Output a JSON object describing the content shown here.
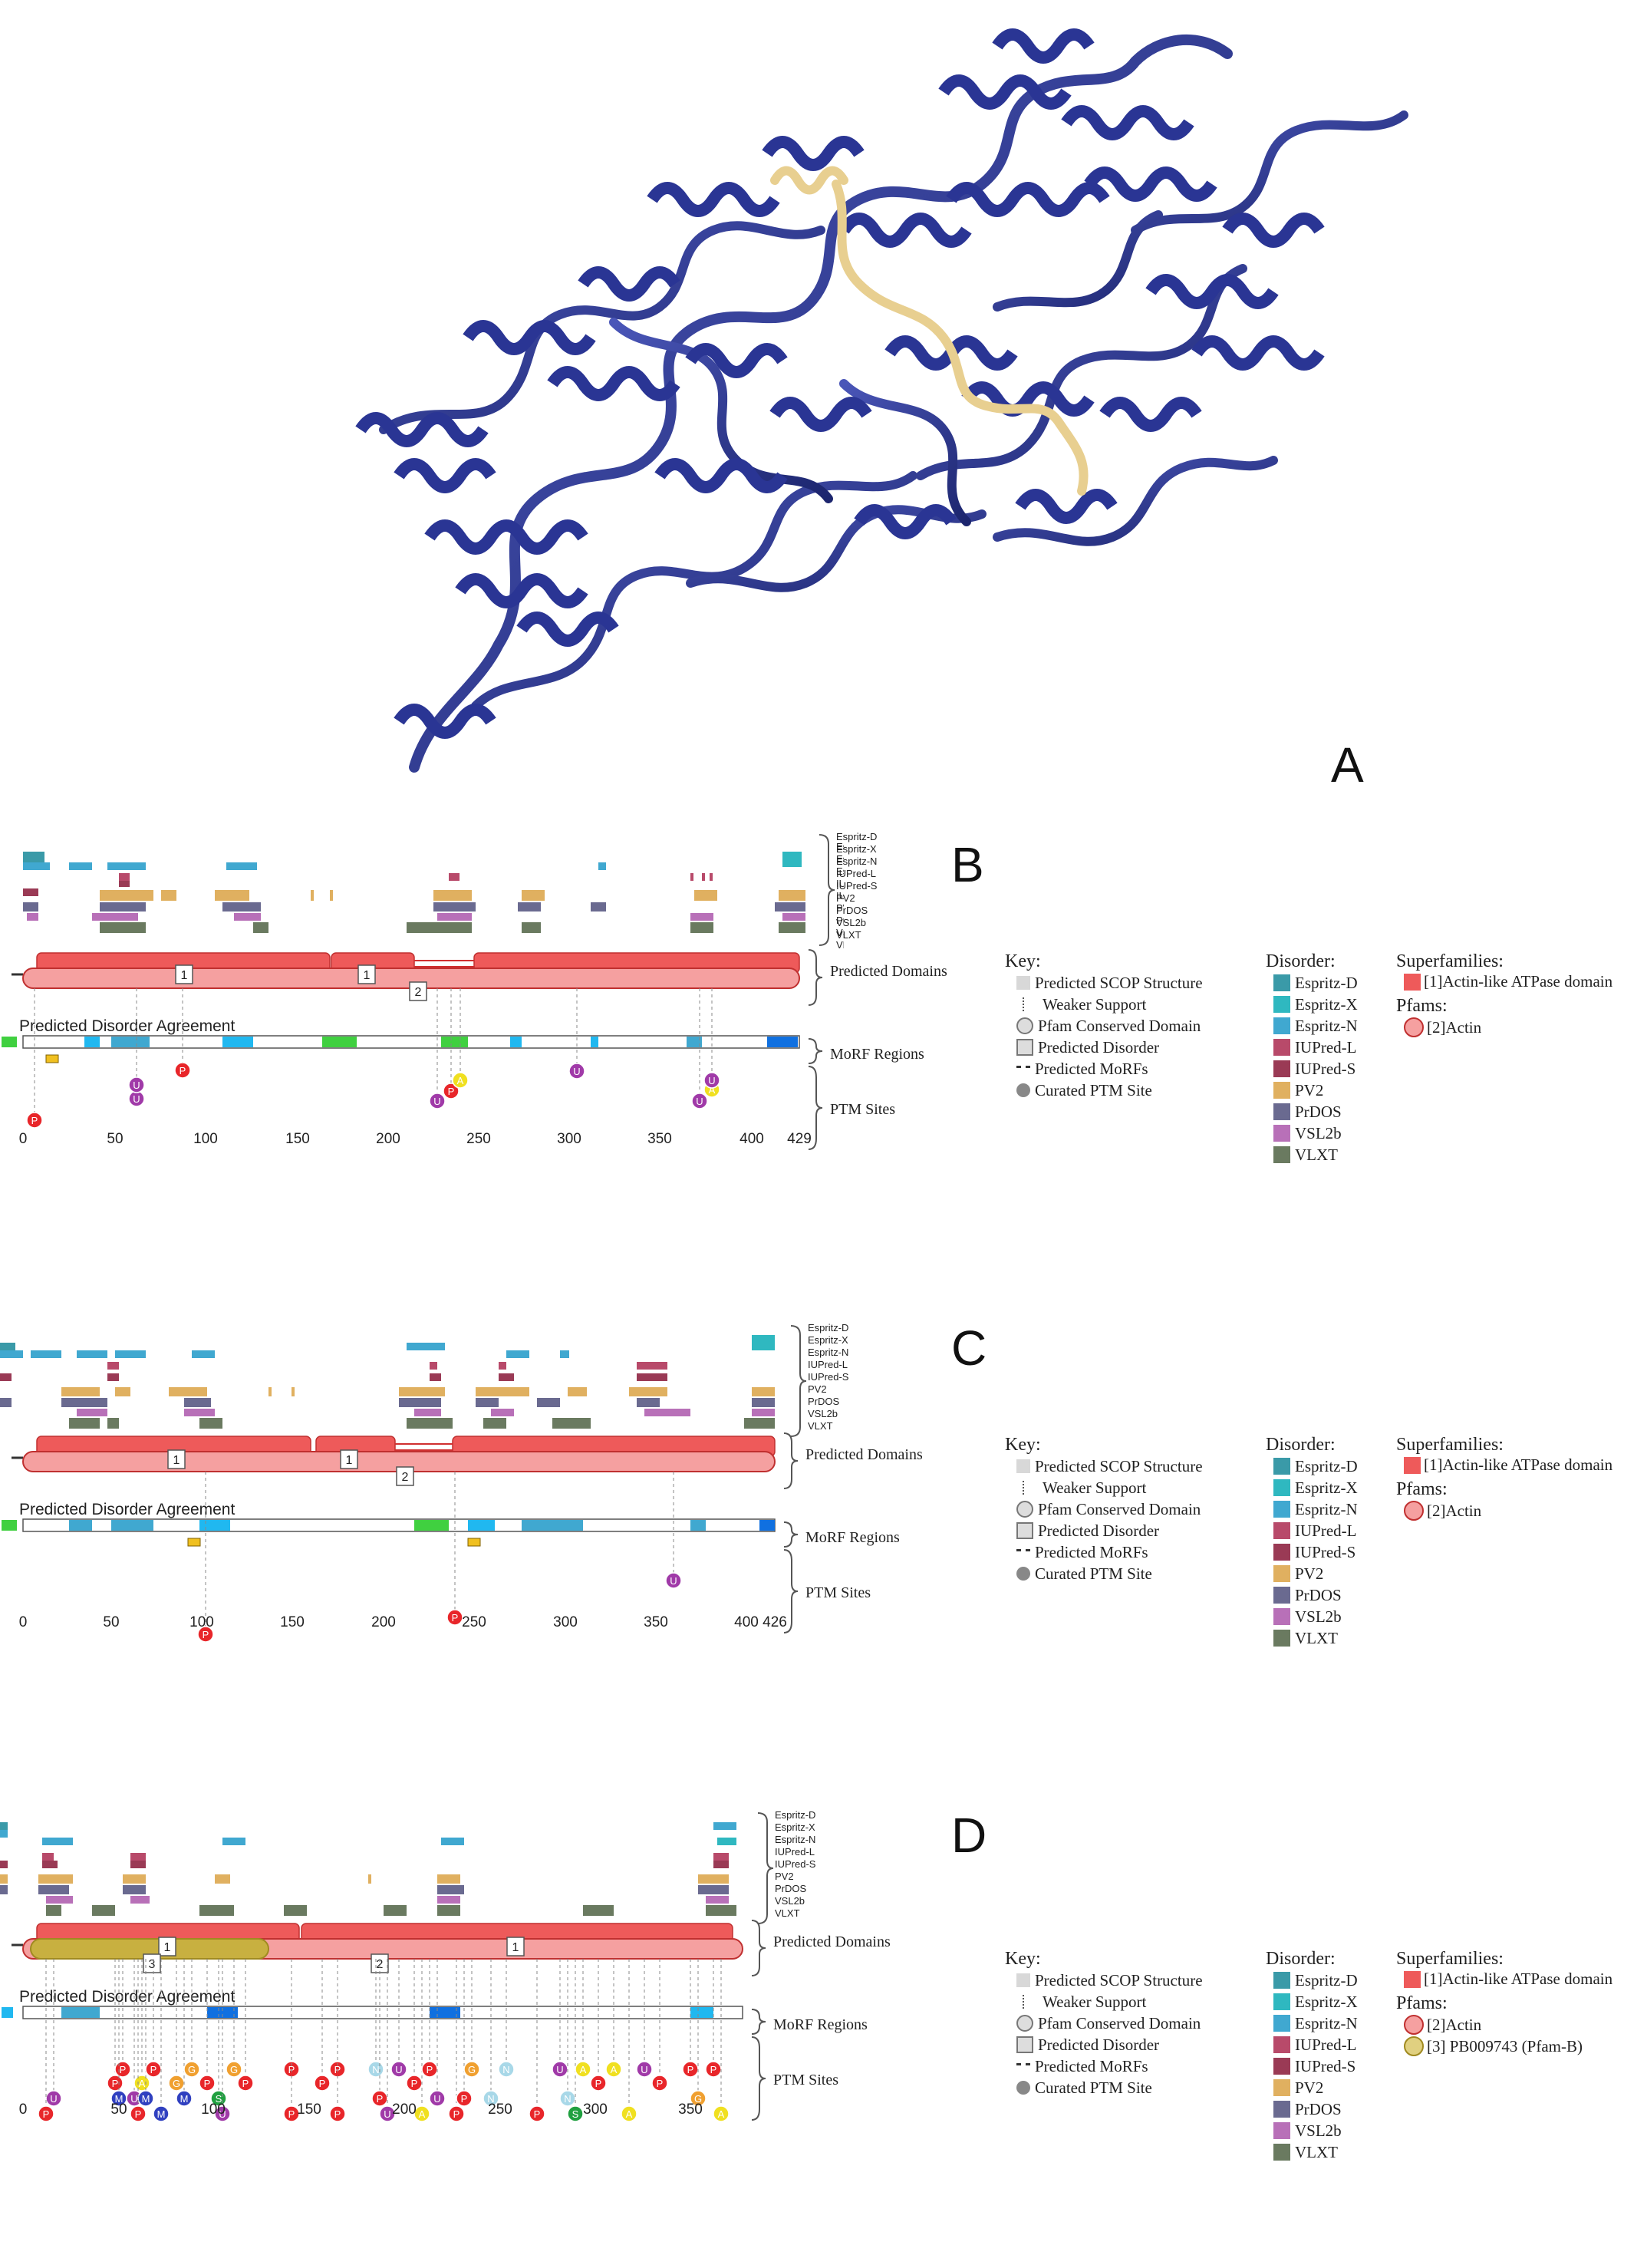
{
  "panels": {
    "A": {
      "letter": "A"
    },
    "B": {
      "letter": "B",
      "max": "429",
      "ticks": [
        "0",
        "50",
        "100",
        "150",
        "200",
        "250",
        "300",
        "350",
        "400",
        "429"
      ],
      "domain_labels": [
        "1",
        "1",
        "2"
      ]
    },
    "C": {
      "letter": "C",
      "max": "426",
      "ticks": [
        "0",
        "50",
        "100",
        "150",
        "200",
        "250",
        "300",
        "350",
        "400",
        "426"
      ],
      "domain_labels": [
        "1",
        "1",
        "2"
      ]
    },
    "D": {
      "letter": "D",
      "ticks": [
        "0",
        "50",
        "100",
        "150",
        "200",
        "250",
        "300",
        "350"
      ],
      "domain_labels": [
        "1",
        "1",
        "2",
        "3"
      ]
    }
  },
  "tracks": [
    "Espritz-D",
    "Espritz-X",
    "Espritz-N",
    "IUPred-L",
    "IUPred-S",
    "PV2",
    "PrDOS",
    "VSL2b",
    "VLXT"
  ],
  "section_labels": {
    "predicted_domains": "Predicted Domains",
    "morf_regions": "MoRF Regions",
    "ptm_sites": "PTM Sites",
    "disorder_agreement": "Predicted Disorder Agreement"
  },
  "key": {
    "title": "Key:",
    "items": [
      "Predicted SCOP Structure",
      "Weaker Support",
      "Pfam Conserved Domain",
      "Predicted Disorder",
      "Predicted MoRFs",
      "Curated PTM Site"
    ]
  },
  "disorder_legend": {
    "title": "Disorder:",
    "items": [
      {
        "label": "Espritz-D",
        "color": "#3a9aa8"
      },
      {
        "label": "Espritz-X",
        "color": "#2fb8c0"
      },
      {
        "label": "Espritz-N",
        "color": "#40a8d0"
      },
      {
        "label": "IUPred-L",
        "color": "#b84a6a"
      },
      {
        "label": "IUPred-S",
        "color": "#9a3a55"
      },
      {
        "label": "PV2",
        "color": "#e0b060"
      },
      {
        "label": "PrDOS",
        "color": "#6a6a90"
      },
      {
        "label": "VSL2b",
        "color": "#b870b8"
      },
      {
        "label": "VLXT",
        "color": "#6a7a60"
      }
    ]
  },
  "superfamilies": {
    "title": "Superfamilies:",
    "items": [
      "[1]Actin-like ATPase domain"
    ]
  },
  "pfams": {
    "title": "Pfams:",
    "B": [
      "[2]Actin"
    ],
    "C": [
      "[2]Actin"
    ],
    "D": [
      "[2]Actin",
      "[3] PB009743 (Pfam-B)"
    ]
  },
  "colors": {
    "protein": "#26338f",
    "peptide": "#e8cf90",
    "scop": "#ee5a5a",
    "pfam": "#f5a0a0",
    "ptm_P": "#e8262a",
    "ptm_U": "#a03aa8",
    "ptm_A": "#f0e020",
    "ptm_M": "#3040c0",
    "ptm_G": "#f0a030",
    "ptm_N": "#a8d8e8",
    "ptm_S": "#20a040"
  }
}
